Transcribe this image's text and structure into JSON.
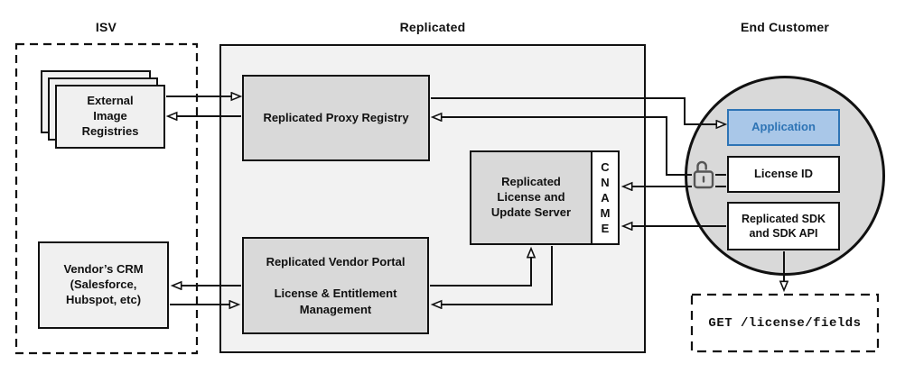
{
  "sections": {
    "isv": "ISV",
    "replicated": "Replicated",
    "end_customer": "End Customer"
  },
  "nodes": {
    "external_image_registries": "External\nImage\nRegistries",
    "vendors_crm": "Vendor’s CRM\n(Salesforce,\nHubspot, etc)",
    "proxy_registry": "Replicated Proxy Registry",
    "license_update_server": "Replicated\nLicense and\nUpdate Server",
    "cname": "C\nN\nA\nM\nE",
    "vendor_portal": "Replicated Vendor Portal\n\nLicense & Entitlement\nManagement",
    "application": "Application",
    "license_id": "License ID",
    "replicated_sdk": "Replicated SDK\nand SDK API",
    "get_endpoint": "GET /license/fields"
  },
  "icons": {
    "lock": "unlocked-padlock-icon"
  },
  "colors": {
    "container_fill": "#f2f2f2",
    "node_gray_fill": "#d9d9d9",
    "node_light_fill": "#f0f0f0",
    "circle_fill": "#d9d9d9",
    "application_fill": "#a9c7e8",
    "application_border": "#2e74b5",
    "line": "#111111",
    "lock_gray": "#555555"
  },
  "edges": [
    {
      "from": "external_image_registries",
      "to": "proxy_registry"
    },
    {
      "from": "proxy_registry",
      "to": "external_image_registries"
    },
    {
      "from": "proxy_registry",
      "to": "application"
    },
    {
      "from": "license_id",
      "to": "proxy_registry"
    },
    {
      "from": "license_id",
      "to": "cname"
    },
    {
      "from": "replicated_sdk",
      "to": "cname"
    },
    {
      "from": "vendor_portal",
      "to": "license_update_server"
    },
    {
      "from": "license_update_server",
      "to": "vendor_portal"
    },
    {
      "from": "vendor_portal",
      "to": "vendors_crm"
    },
    {
      "from": "vendors_crm",
      "to": "vendor_portal"
    },
    {
      "from": "replicated_sdk",
      "to": "get_endpoint"
    }
  ]
}
